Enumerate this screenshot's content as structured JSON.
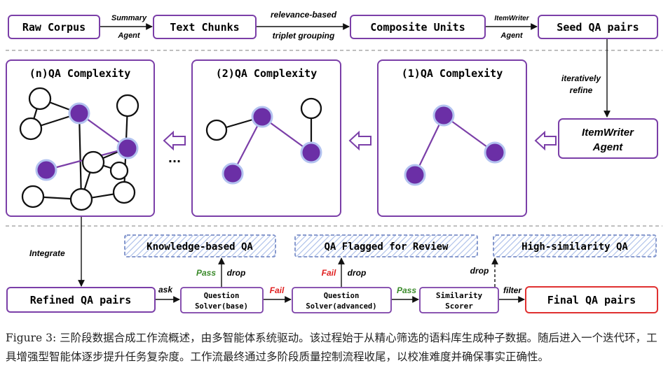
{
  "stage1": {
    "raw_corpus": "Raw Corpus",
    "text_chunks": "Text Chunks",
    "composite_units": "Composite Units",
    "seed_qa_pairs": "Seed QA pairs",
    "edge_summary_line1": "Summary",
    "edge_summary_line2": "Agent",
    "edge_relevance_line1": "relevance-based",
    "edge_relevance_line2": "triplet grouping",
    "edge_itemwriter_line1": "ItemWriter",
    "edge_itemwriter_line2": "Agent"
  },
  "stage2": {
    "panel_n_title": "(n)QA Complexity",
    "panel_2_title": "(2)QA Complexity",
    "panel_1_title": "(1)QA Complexity",
    "ellipsis": "...",
    "iteratively_line1": "iteratively",
    "iteratively_line2": "refine",
    "agent_line1": "ItemWriter",
    "agent_line2": "Agent"
  },
  "stage3": {
    "integrate": "Integrate",
    "refined": "Refined QA pairs",
    "ask": "ask",
    "solver_base_line1": "Question",
    "solver_base_line2": "Solver(base)",
    "solver_adv_line1": "Question",
    "solver_adv_line2": "Solver(advanced)",
    "scorer_line1": "Similarity",
    "scorer_line2": "Scorer",
    "final": "Final QA pairs",
    "knowledge_qa": "Knowledge-based QA",
    "flagged_qa": "QA Flagged for Review",
    "highsim_qa": "High-similarity QA",
    "pass": "Pass",
    "fail": "Fail",
    "drop": "drop",
    "filter": "filter"
  },
  "caption": "Figure 3: 三阶段数据合成工作流概述，由多智能体系统驱动。该过程始于从精心筛选的语料库生成种子数据。随后进入一个迭代环，工具增强型智能体逐步提升任务复杂度。工作流最终通过多阶段质量控制流程收尾，以校准难度并确保事实正确性。",
  "colors": {
    "box_border": "#7b3fa8",
    "node_fill": "#6b2fa6",
    "node_ring": "#b3c3f0",
    "edge_purple": "#7b3fa8",
    "pass": "#3a8a2a",
    "fail": "#e02020",
    "final_border": "#e03030",
    "hatch": "#8ea8e0"
  }
}
